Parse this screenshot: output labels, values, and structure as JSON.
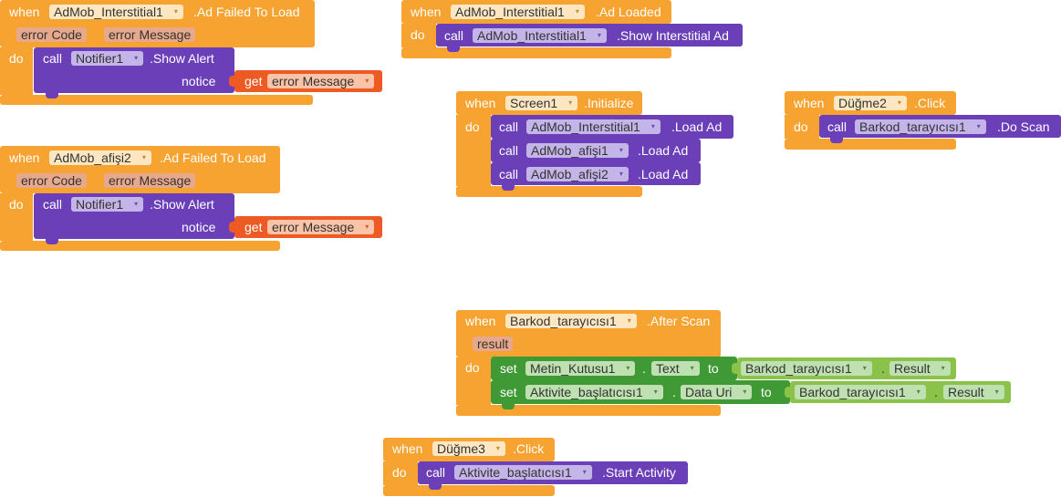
{
  "kw": {
    "when": "when",
    "do": "do",
    "call": "call",
    "get": "get",
    "set": "set",
    "to": "to",
    "notice": "notice",
    "dot": ".",
    "arrow": "▾"
  },
  "b1": {
    "comp": "AdMob_Interstitial1",
    "event": ".Ad Failed To Load",
    "p1": "error Code",
    "p2": "error Message",
    "callComp": "Notifier1",
    "method": ".Show Alert",
    "getVar": "error Message"
  },
  "b2": {
    "comp": "AdMob_afişi2",
    "event": ".Ad Failed To Load",
    "p1": "error Code",
    "p2": "error Message",
    "callComp": "Notifier1",
    "method": ".Show Alert",
    "getVar": "error Message"
  },
  "b3": {
    "comp": "AdMob_Interstitial1",
    "event": ".Ad Loaded",
    "callComp": "AdMob_Interstitial1",
    "method": ".Show Interstitial Ad"
  },
  "b4": {
    "comp": "Screen1",
    "event": ".Initialize",
    "calls": [
      {
        "comp": "AdMob_Interstitial1",
        "method": ".Load Ad"
      },
      {
        "comp": "AdMob_afişi1",
        "method": ".Load Ad"
      },
      {
        "comp": "AdMob_afişi2",
        "method": ".Load Ad"
      }
    ]
  },
  "b5": {
    "comp": "Düğme2",
    "event": ".Click",
    "callComp": "Barkod_tarayıcısı1",
    "method": ".Do Scan"
  },
  "b6": {
    "comp": "Barkod_tarayıcısı1",
    "event": ".After Scan",
    "param": "result",
    "set1": {
      "comp": "Metin_Kutusu1",
      "prop": "Text",
      "srcComp": "Barkod_tarayıcısı1",
      "srcProp": "Result"
    },
    "set2": {
      "comp": "Aktivite_başlatıcısı1",
      "prop": "Data Uri",
      "srcComp": "Barkod_tarayıcısı1",
      "srcProp": "Result"
    }
  },
  "b7": {
    "comp": "Düğme3",
    "event": ".Click",
    "callComp": "Aktivite_başlatıcısı1",
    "method": ".Start Activity"
  }
}
